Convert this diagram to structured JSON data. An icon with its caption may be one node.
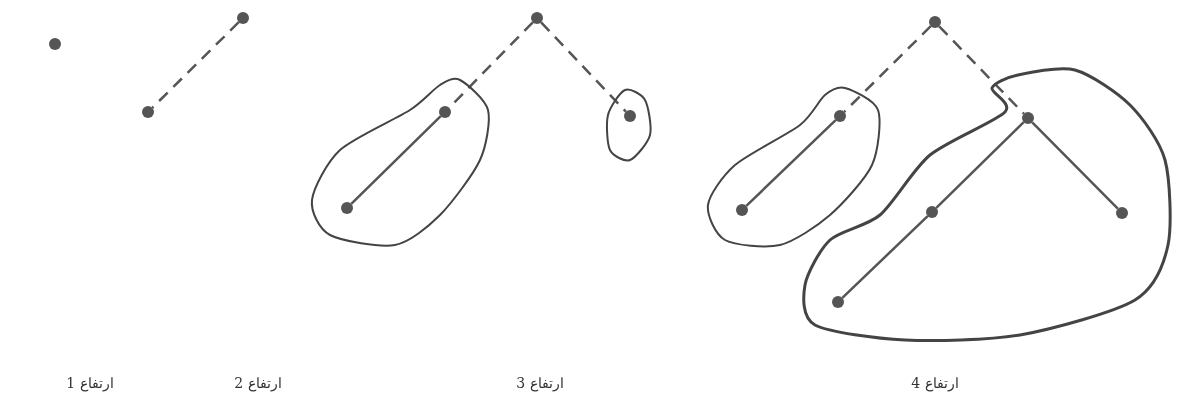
{
  "diagram": {
    "nodes": [
      {
        "text": [],
        "shape": "circle"
      },
      {
        "text": [],
        "shape": "circle"
      },
      {
        "text": [],
        "shape": "circle"
      },
      {
        "text": [],
        "shape": "circle"
      },
      {
        "text": [],
        "shape": "blob"
      },
      {
        "text": [],
        "shape": "circle",
        "in": 4
      },
      {
        "text": [],
        "shape": "circle",
        "in": 4
      },
      {
        "text": [],
        "shape": "blob"
      },
      {
        "text": [],
        "shape": "circle",
        "in": 7
      },
      {
        "text": [],
        "shape": "circle"
      },
      {
        "text": [],
        "shape": "blob"
      },
      {
        "text": [],
        "shape": "circle",
        "in": 10
      },
      {
        "text": [],
        "shape": "circle",
        "in": 10
      },
      {
        "text": [],
        "shape": "blob"
      },
      {
        "text": [],
        "shape": "circle",
        "in": 13
      },
      {
        "text": [],
        "shape": "circle",
        "in": 13
      },
      {
        "text": [],
        "shape": "circle",
        "in": 13
      },
      {
        "text": [],
        "shape": "circle",
        "in": 13
      }
    ],
    "edges": [
      {
        "from": 1,
        "to": 2,
        "arrow": "none",
        "style": "dashed"
      },
      {
        "from": 3,
        "to": 5,
        "arrow": "none",
        "style": "dashed"
      },
      {
        "from": 3,
        "to": 8,
        "arrow": "none",
        "style": "dashed"
      },
      {
        "from": 5,
        "to": 6,
        "arrow": "none"
      },
      {
        "from": 9,
        "to": 11,
        "arrow": "none",
        "style": "dashed"
      },
      {
        "from": 9,
        "to": 14,
        "arrow": "none",
        "style": "dashed"
      },
      {
        "from": 11,
        "to": 12,
        "arrow": "none"
      },
      {
        "from": 14,
        "to": 15,
        "arrow": "none"
      },
      {
        "from": 15,
        "to": 17,
        "arrow": "none"
      },
      {
        "from": 14,
        "to": 16,
        "arrow": "none"
      }
    ],
    "labels": [
      "ارتفاع 1",
      "ارتفاع 2",
      "ارتفاع 3",
      "ارتفاع 4"
    ]
  }
}
